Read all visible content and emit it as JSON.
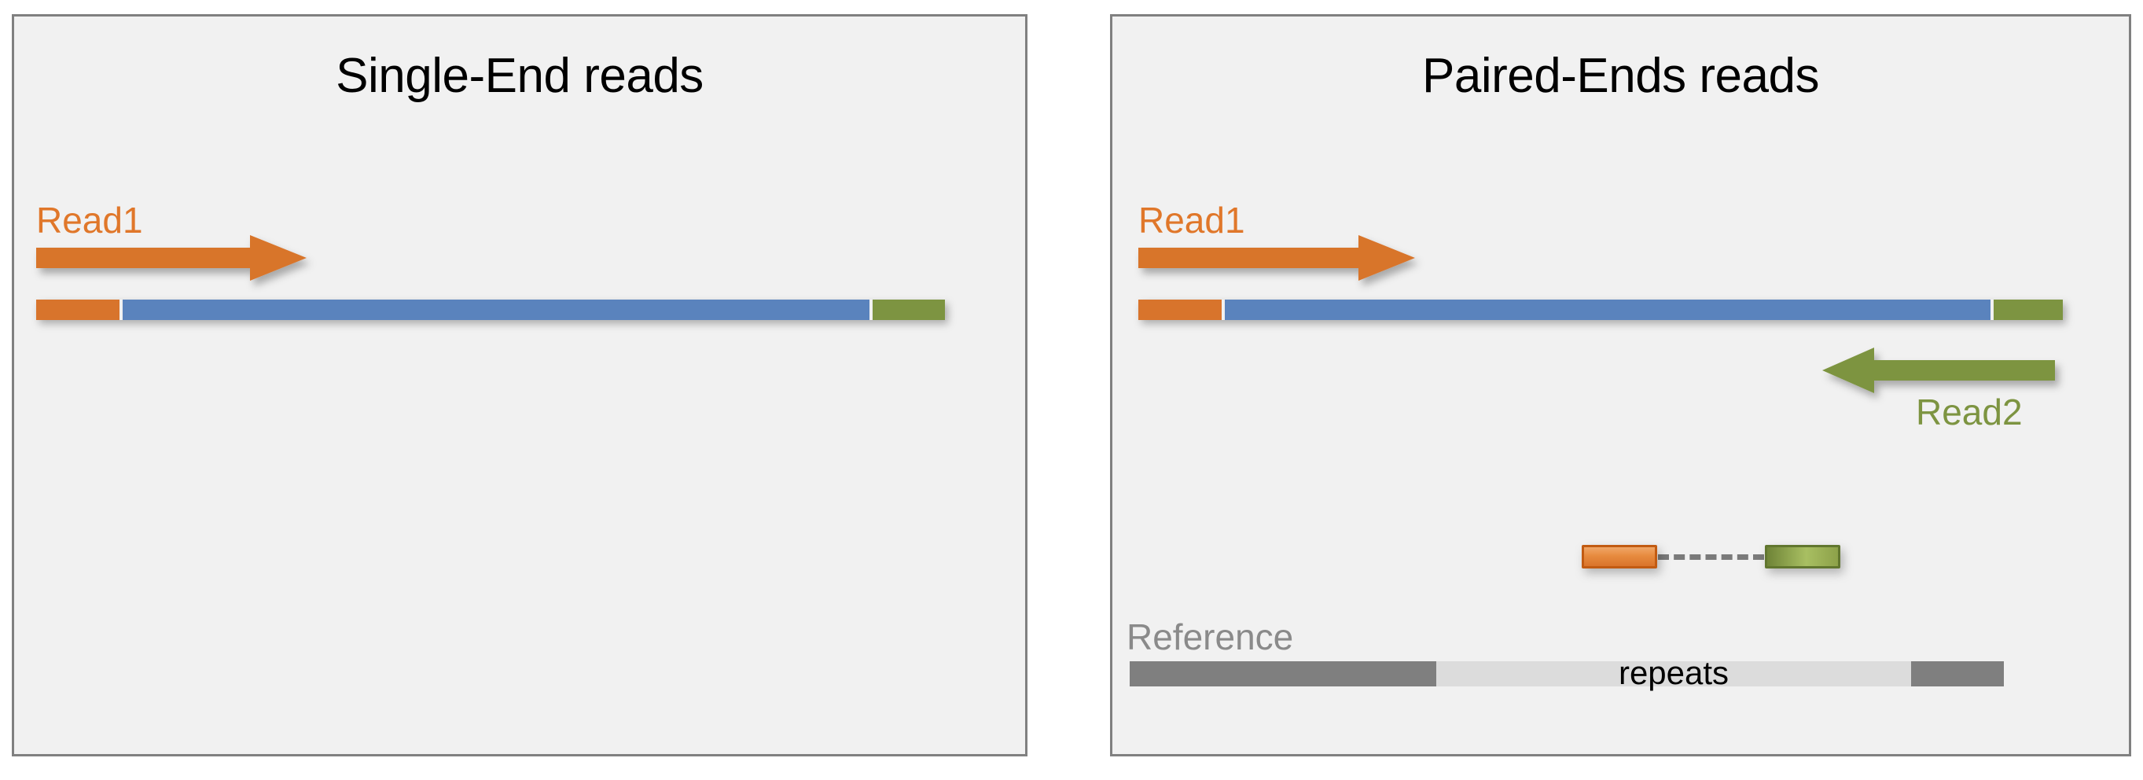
{
  "figure": {
    "background": "#ffffff",
    "panel_background": "#f1f1f1",
    "panel_border_color": "#808080"
  },
  "colors": {
    "orange": "#d8742c",
    "orange_label": "#e0772a",
    "blue": "#5a83bd",
    "green": "#7d9441",
    "green_label": "#7d9441",
    "reference_dark": "#7f7f7f",
    "reference_light": "#dcdcdc",
    "reference_label": "#8a8a8a",
    "dash": "#7a7a7a",
    "title": "#000000"
  },
  "panels": [
    {
      "id": "single-end",
      "title": "Single-End reads",
      "read1_label": "Read1",
      "fragment": {
        "segments": [
          {
            "name": "read1-mapped",
            "color_key": "orange"
          },
          {
            "name": "insert",
            "color_key": "blue"
          },
          {
            "name": "read2-region",
            "color_key": "green"
          }
        ]
      },
      "arrows": [
        {
          "name": "read1-arrow",
          "direction": "right",
          "color_key": "orange"
        }
      ]
    },
    {
      "id": "paired-ends",
      "title": "Paired-Ends reads",
      "read1_label": "Read1",
      "read2_label": "Read2",
      "reference_label": "Reference",
      "repeats_label": "repeats",
      "fragment": {
        "segments": [
          {
            "name": "read1-mapped",
            "color_key": "orange"
          },
          {
            "name": "insert",
            "color_key": "blue"
          },
          {
            "name": "read2-mapped",
            "color_key": "green"
          }
        ]
      },
      "arrows": [
        {
          "name": "read1-arrow",
          "direction": "right",
          "color_key": "orange"
        },
        {
          "name": "read2-arrow",
          "direction": "left",
          "color_key": "green"
        }
      ],
      "mate_pair": {
        "left_box": "read1-mate-box",
        "connector": "dashed-insert-connector",
        "right_box": "read2-mate-box"
      },
      "reference_track": {
        "segments": [
          {
            "name": "unique-region-left",
            "style": "dark",
            "label": ""
          },
          {
            "name": "repeat-region",
            "style": "light",
            "label": "repeats"
          },
          {
            "name": "unique-region-right",
            "style": "dark",
            "label": ""
          }
        ]
      }
    }
  ]
}
